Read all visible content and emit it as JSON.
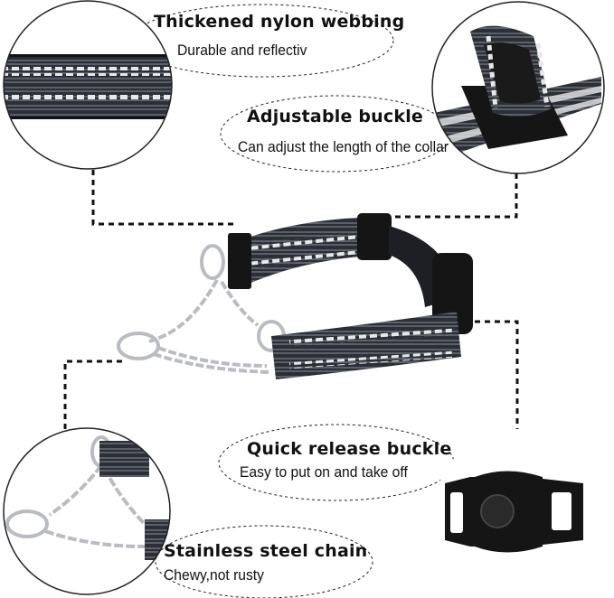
{
  "features": {
    "webbing": {
      "title": "Thickened nylon webbing",
      "desc": "Durable and reflectiv"
    },
    "adjustable": {
      "title": "Adjustable buckle",
      "desc": "Can adjust the length of the collar"
    },
    "release": {
      "title": "Quick release buckle",
      "desc": "Easy to put on and take off"
    },
    "chain": {
      "title": "Stainless steel chain",
      "desc": "Chewy,not rusty"
    }
  },
  "colors": {
    "webbing": "#2c2f36",
    "reflective": "#e8e8e8",
    "buckle": "#111111",
    "chain": "#b9bcc2"
  }
}
